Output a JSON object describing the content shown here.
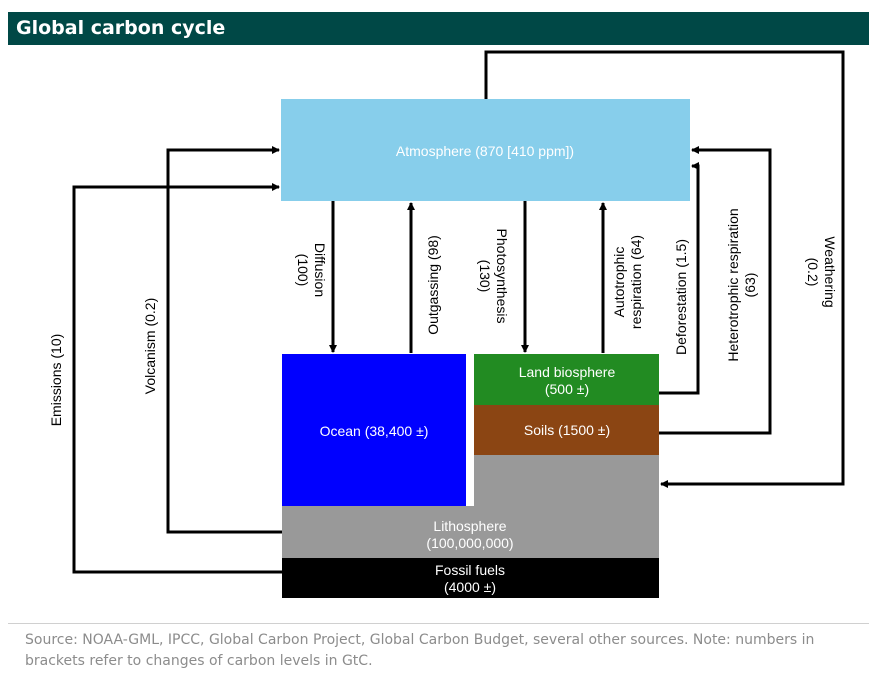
{
  "title": "Global carbon cycle",
  "boxes": {
    "atmosphere": "Atmosphere (870 [410 ppm])",
    "ocean": "Ocean (38,400 ±)",
    "land_l1": "Land biosphere",
    "land_l2": "(500 ±)",
    "soils": "Soils (1500 ±)",
    "litho_l1": "Lithosphere",
    "litho_l2": "(100,000,000)",
    "fossil_l1": "Fossil fuels",
    "fossil_l2": "(4000 ±)"
  },
  "flows": {
    "emissions": "Emissions (10)",
    "volcanism": "Volcanism (0.2)",
    "diffusion_l1": "Diffusion",
    "diffusion_l2": "(100)",
    "outgassing": "Outgassing (98)",
    "photo_l1": "Photosynthesis",
    "photo_l2": "(130)",
    "auto_l1": "Autotrophic",
    "auto_l2": "respiration (64)",
    "deforestation": "Deforestation (1.5)",
    "hetero_l1": "Heterotrophic respiration",
    "hetero_l2": "(63)",
    "weathering_l1": "Weathering",
    "weathering_l2": "(0.2)"
  },
  "colors": {
    "header": "#004846",
    "atmosphere": "#87ceeb",
    "ocean": "#0000ff",
    "land": "#228b22",
    "soils": "#8b4513",
    "lithosphere": "#999999",
    "fossil": "#000000"
  },
  "source": "Source: NOAA-GML, IPCC, Global Carbon Project, Global Carbon Budget, several other sources. Note: numbers in brackets refer to changes of carbon levels in GtC."
}
